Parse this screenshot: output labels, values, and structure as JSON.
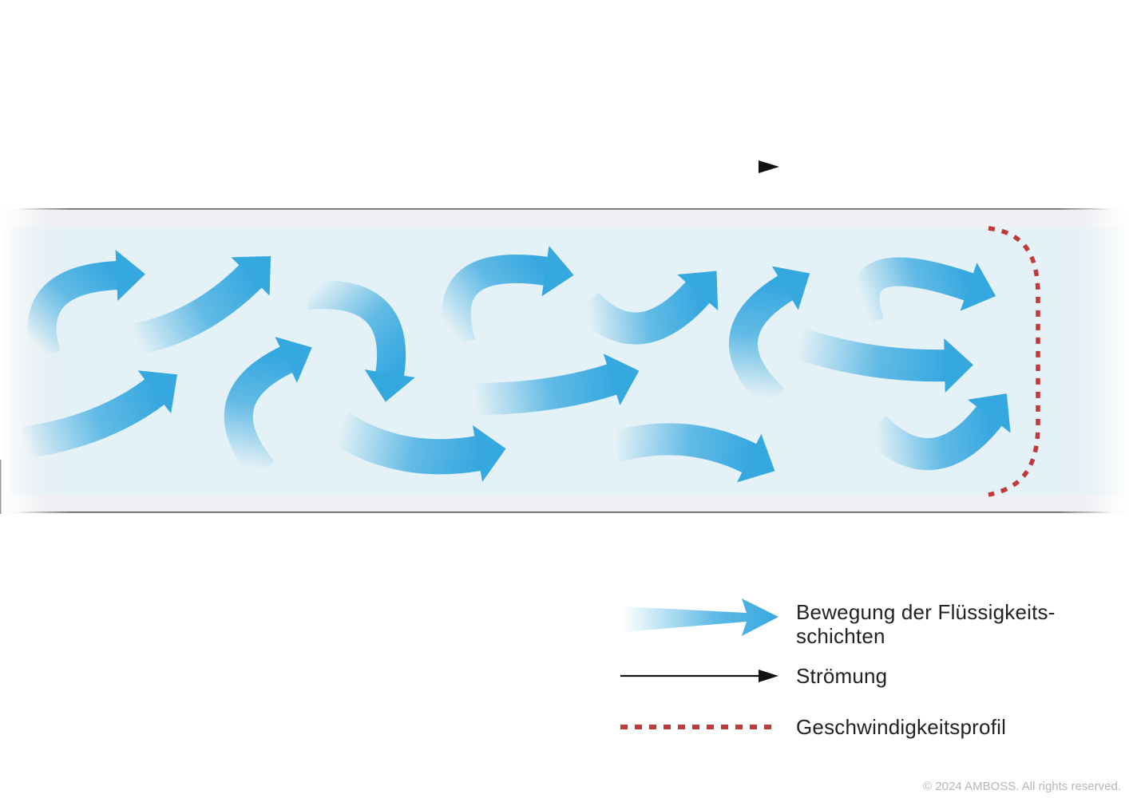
{
  "diagram": {
    "title": "",
    "colors": {
      "vortex_arrow": "#36a8e0",
      "flow_arrow": "#111111",
      "velocity_profile": "#c0393b",
      "pipe_interior": "#e4f1f6",
      "pipe_wall": "#3a3a3a"
    },
    "icons": {
      "flow": "arrow-right-icon",
      "vortex": "curved-arrow-icon",
      "profile": "dotted-curve-icon"
    }
  },
  "legend": {
    "items": [
      {
        "label_line1": "Bewegung der Flüssigkeits-",
        "label_line2": "schichten"
      },
      {
        "label": "Strömung"
      },
      {
        "label": "Geschwindigkeitsprofil"
      }
    ]
  },
  "footer": {
    "copyright": "© 2024 AMBOSS. All rights reserved."
  }
}
